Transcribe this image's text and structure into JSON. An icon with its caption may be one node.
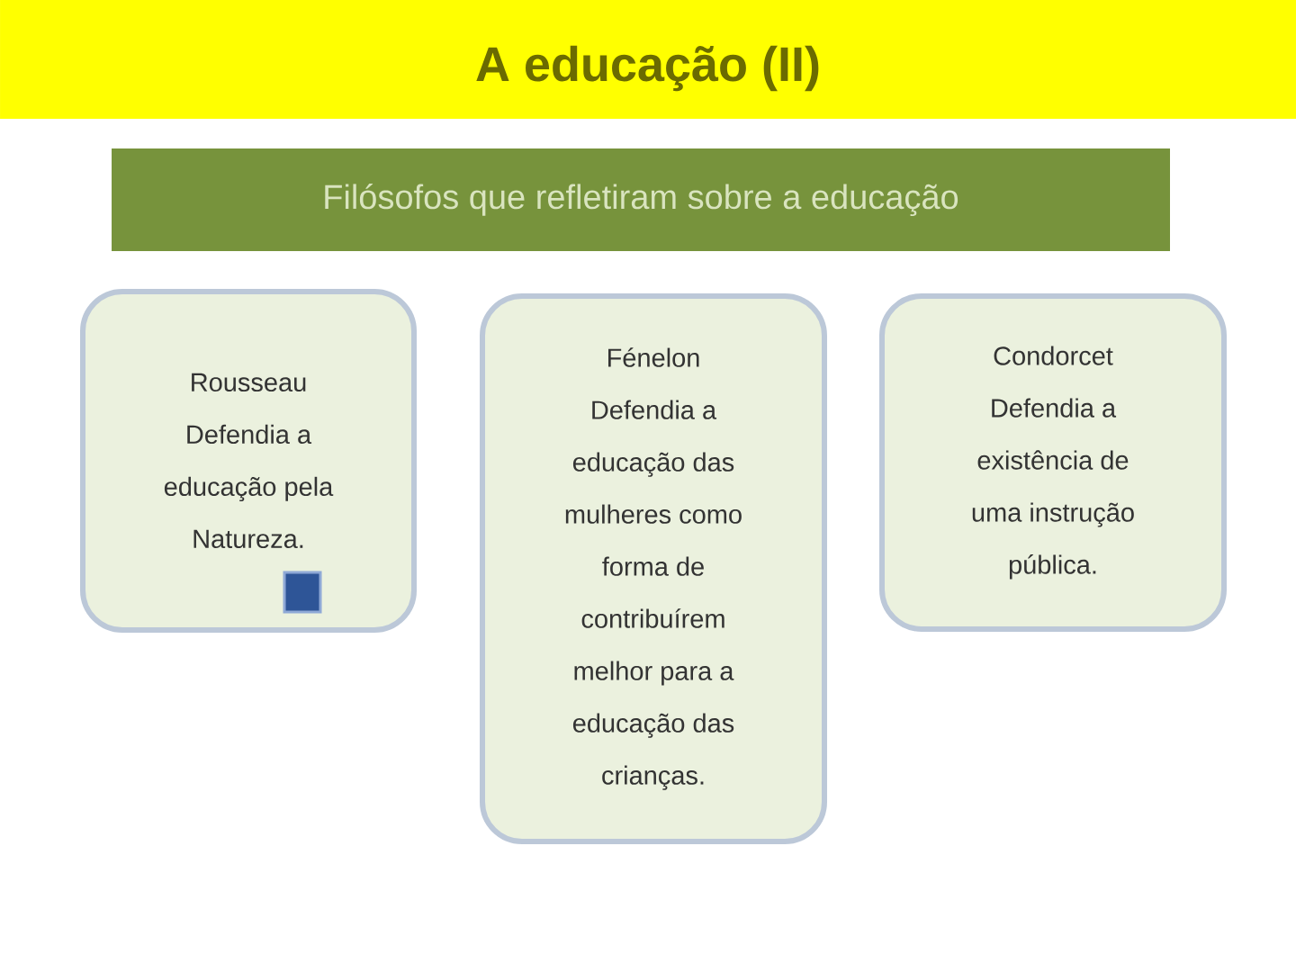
{
  "diagram": {
    "title": "A educação (II)",
    "nodes": [
      {
        "text": [
          "Filósofos que refletiram sobre a educação"
        ]
      },
      {
        "text": [
          "Rousseau",
          "Defendia a educação pela Natureza."
        ]
      },
      {
        "text": [
          "Fénelon",
          "Defendia a educação das mulheres como forma de contribuírem melhor para a educação das crianças."
        ]
      },
      {
        "text": [
          "Condorcet",
          "Defendia a existência de uma instrução pública."
        ]
      }
    ]
  }
}
